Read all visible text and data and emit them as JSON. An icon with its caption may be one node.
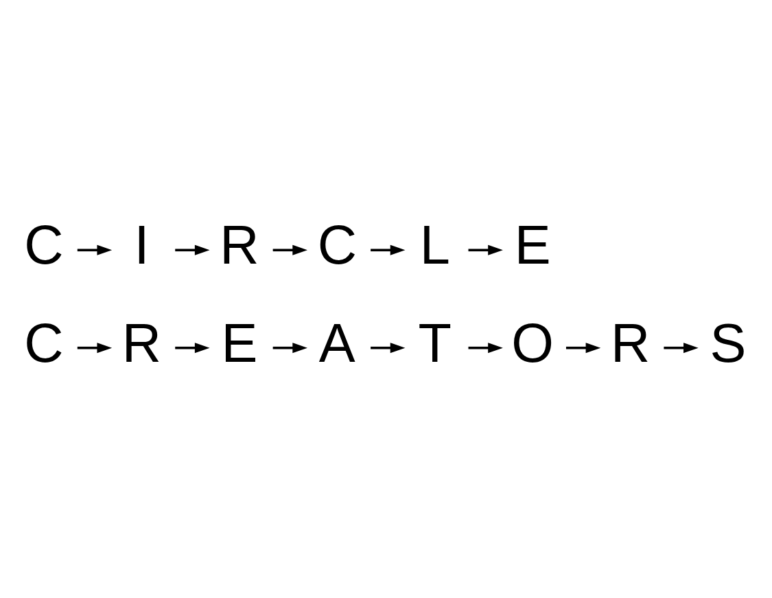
{
  "diagram": {
    "nodes": [
      {
        "text": [
          "C"
        ]
      },
      {
        "text": [
          "R"
        ]
      },
      {
        "text": [
          "E"
        ]
      },
      {
        "text": [
          "A"
        ]
      },
      {
        "text": [
          "T"
        ]
      },
      {
        "text": [
          "O"
        ]
      },
      {
        "text": [
          "R"
        ]
      },
      {
        "text": [
          "S"
        ]
      },
      {
        "text": [
          "C"
        ]
      },
      {
        "text": [
          "I"
        ]
      },
      {
        "text": [
          "R"
        ]
      },
      {
        "text": [
          "C"
        ]
      },
      {
        "text": [
          "L"
        ]
      },
      {
        "text": [
          "E"
        ]
      }
    ],
    "edges": [
      {
        "from": 0,
        "to": 1,
        "arrow": "to"
      },
      {
        "from": 1,
        "to": 2,
        "arrow": "to"
      },
      {
        "from": 2,
        "to": 3,
        "arrow": "to"
      },
      {
        "from": 3,
        "to": 4,
        "arrow": "to"
      },
      {
        "from": 4,
        "to": 5,
        "arrow": "to"
      },
      {
        "from": 5,
        "to": 6,
        "arrow": "to"
      },
      {
        "from": 6,
        "to": 7,
        "arrow": "to"
      },
      {
        "from": 8,
        "to": 9,
        "arrow": "to"
      },
      {
        "from": 9,
        "to": 10,
        "arrow": "to"
      },
      {
        "from": 10,
        "to": 11,
        "arrow": "to"
      },
      {
        "from": 11,
        "to": 12,
        "arrow": "to"
      },
      {
        "from": 12,
        "to": 13,
        "arrow": "to"
      }
    ]
  }
}
